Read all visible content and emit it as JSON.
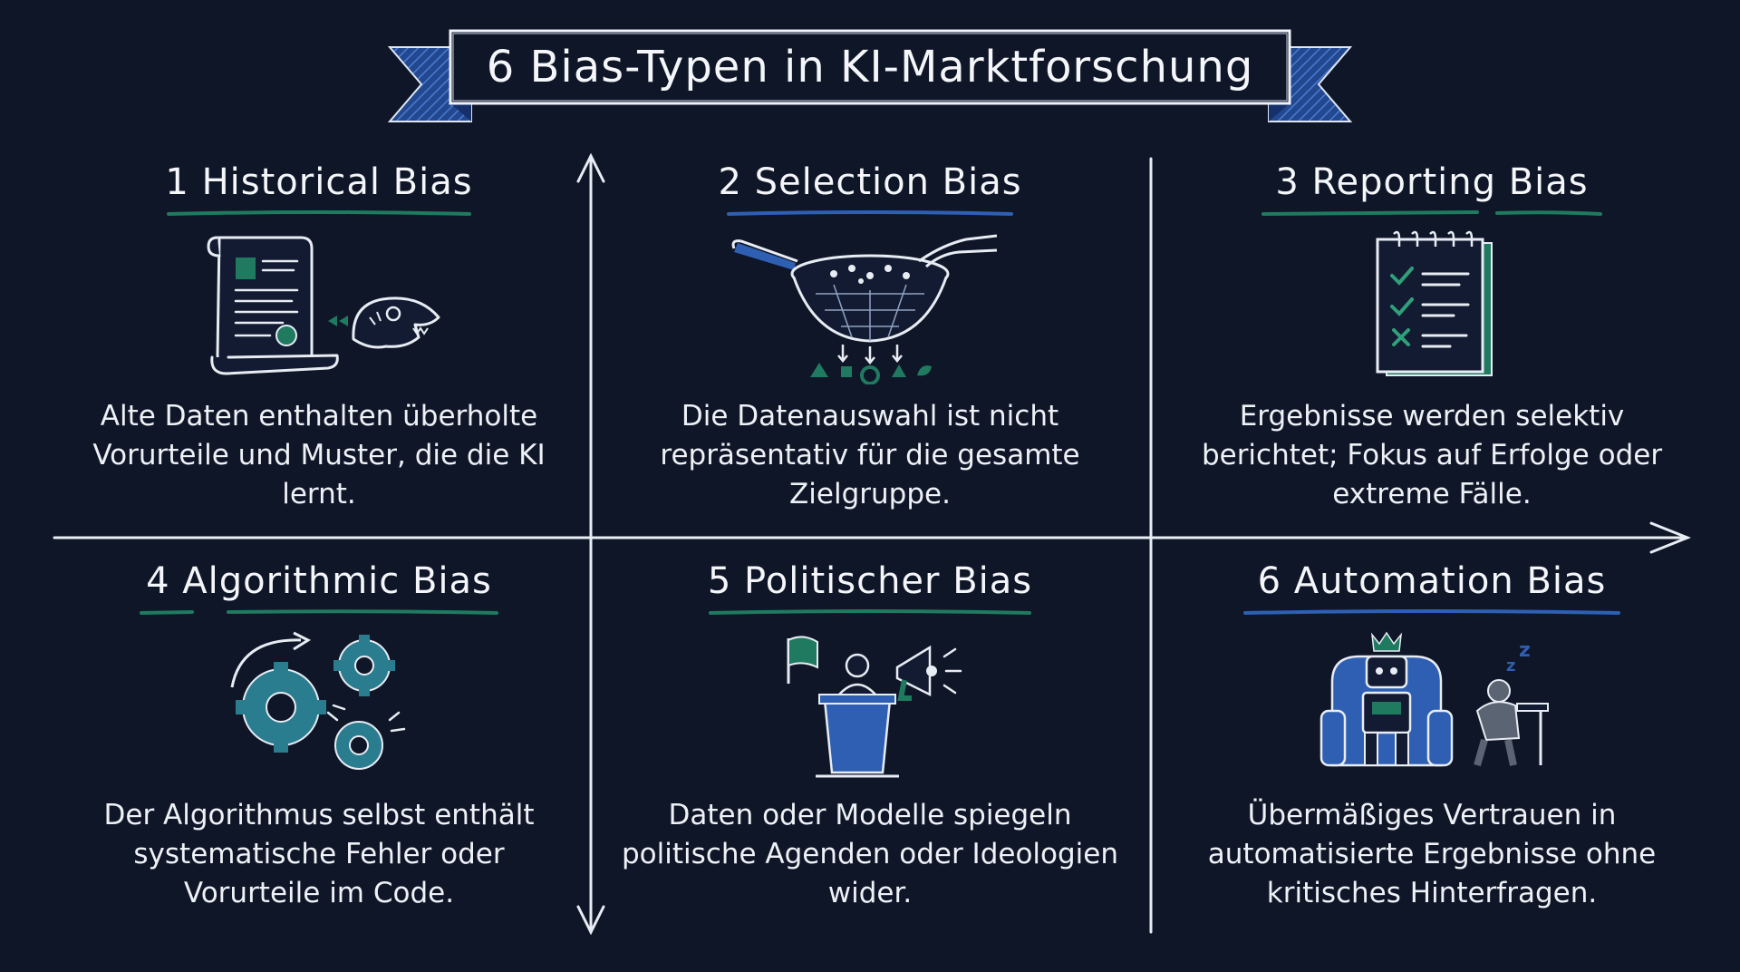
{
  "title": "6 Bias-Typen in KI-Marktforschung",
  "colors": {
    "background": "#0f1628",
    "green": "#1f6b57",
    "blue": "#2e5fb3",
    "chalk": "#eef1f6"
  },
  "biases": [
    {
      "number": "1",
      "name": "Historical Bias",
      "heading": "1 Historical Bias",
      "icon": "scroll-and-fossil-icon",
      "underline_color": "#1f7a5f",
      "description": "Alte Daten enthalten überholte Vorurteile und Muster, die die KI lernt."
    },
    {
      "number": "2",
      "name": "Selection Bias",
      "heading": "2 Selection Bias",
      "icon": "sieve-filter-icon",
      "underline_color": "#2e5fb3",
      "description": "Die Datenauswahl ist nicht repräsentativ für die gesamte Zielgruppe."
    },
    {
      "number": "3",
      "name": "Reporting Bias",
      "heading": "3 Reporting Bias",
      "icon": "checklist-notepad-icon",
      "underline_color": "#1f7a5f",
      "description": "Ergebnisse werden selektiv berichtet; Fokus auf Erfolge oder extreme Fälle."
    },
    {
      "number": "4",
      "name": "Algorithmic Bias",
      "heading": "4 Algorithmic Bias",
      "icon": "broken-gears-icon",
      "underline_color": "#1f7a5f",
      "description": "Der Algorithmus selbst enthält systematische Fehler oder Vorurteile im Code."
    },
    {
      "number": "5",
      "name": "Politischer Bias",
      "heading": "5 Politischer Bias",
      "icon": "podium-megaphone-icon",
      "underline_color": "#1f7a5f",
      "description": "Daten oder Modelle spiegeln politische Agenden oder Ideologien wider."
    },
    {
      "number": "6",
      "name": "Automation Bias",
      "heading": "6 Automation Bias",
      "icon": "robot-throne-sleeping-person-icon",
      "underline_color": "#2e5fb3",
      "description": "Übermäßiges Vertrauen in automatisierte Ergebnisse ohne kritisches Hinterfragen."
    }
  ]
}
